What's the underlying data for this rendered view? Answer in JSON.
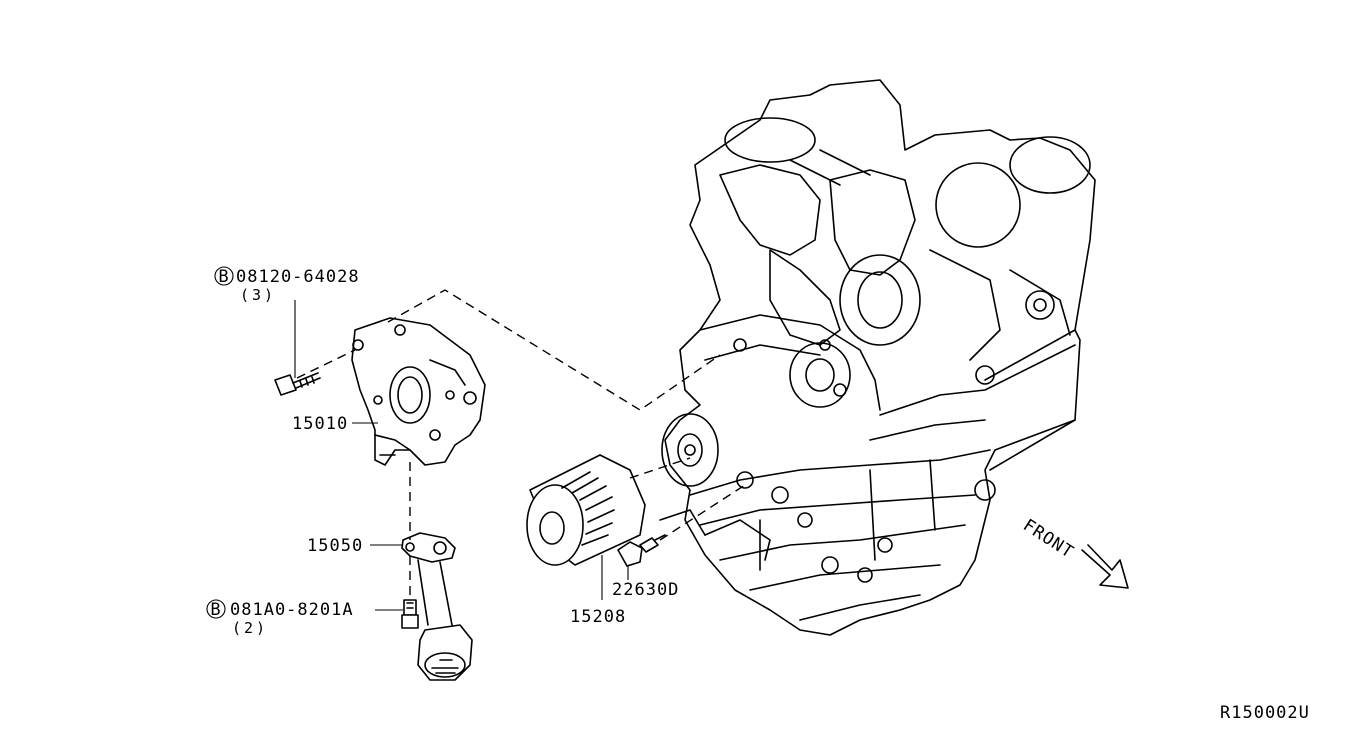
{
  "parts": {
    "bolt_upper": {
      "prefix": "B",
      "number": "08120-64028",
      "qty": "(3)"
    },
    "oil_pump": "15010",
    "gasket": "15050",
    "bolt_lower": {
      "prefix": "B",
      "number": "081A0-8201A",
      "qty": "(2)"
    },
    "oil_filter": "15208",
    "oil_pressure_switch": "22630D"
  },
  "front_label": "FRONT",
  "figure_code": "R150002U"
}
